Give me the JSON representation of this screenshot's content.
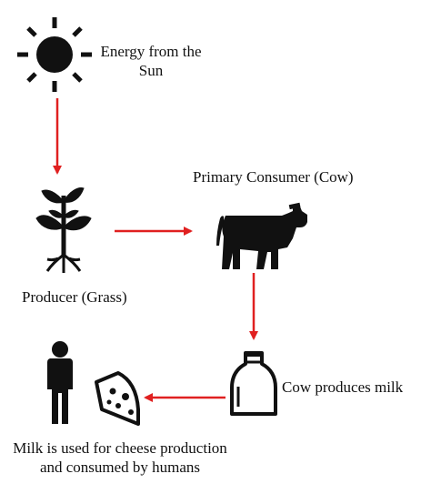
{
  "labels": {
    "sun": {
      "line1": "Energy from the",
      "line2": "Sun"
    },
    "producer": "Producer (Grass)",
    "primary_consumer": "Primary Consumer (Cow)",
    "milk": "Cow produces milk",
    "humans": {
      "line1": "Milk is used for cheese production",
      "line2": "and consumed by humans"
    }
  },
  "icons": [
    "sun-icon",
    "plant-icon",
    "cow-icon",
    "milk-bottle-icon",
    "human-icon",
    "cheese-icon"
  ],
  "colors": {
    "arrow": "#e02020",
    "icon": "#111111",
    "text": "#111111"
  }
}
